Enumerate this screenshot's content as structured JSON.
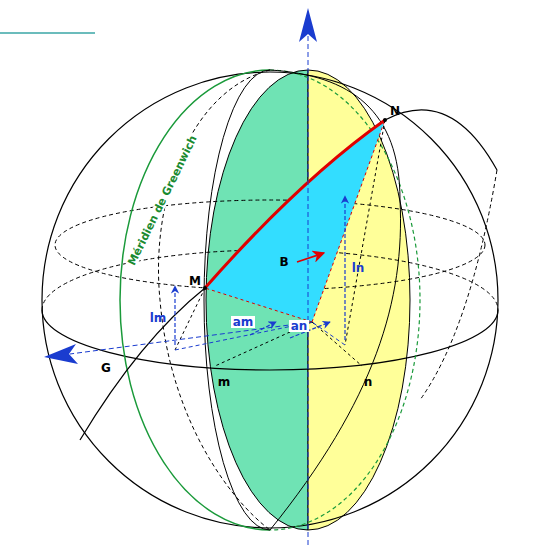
{
  "diagram": {
    "labels": [
      "Méridien de Greenwich",
      "M",
      "N",
      "B",
      "lm",
      "ln",
      "am",
      "an",
      "G",
      "m",
      "n"
    ]
  }
}
